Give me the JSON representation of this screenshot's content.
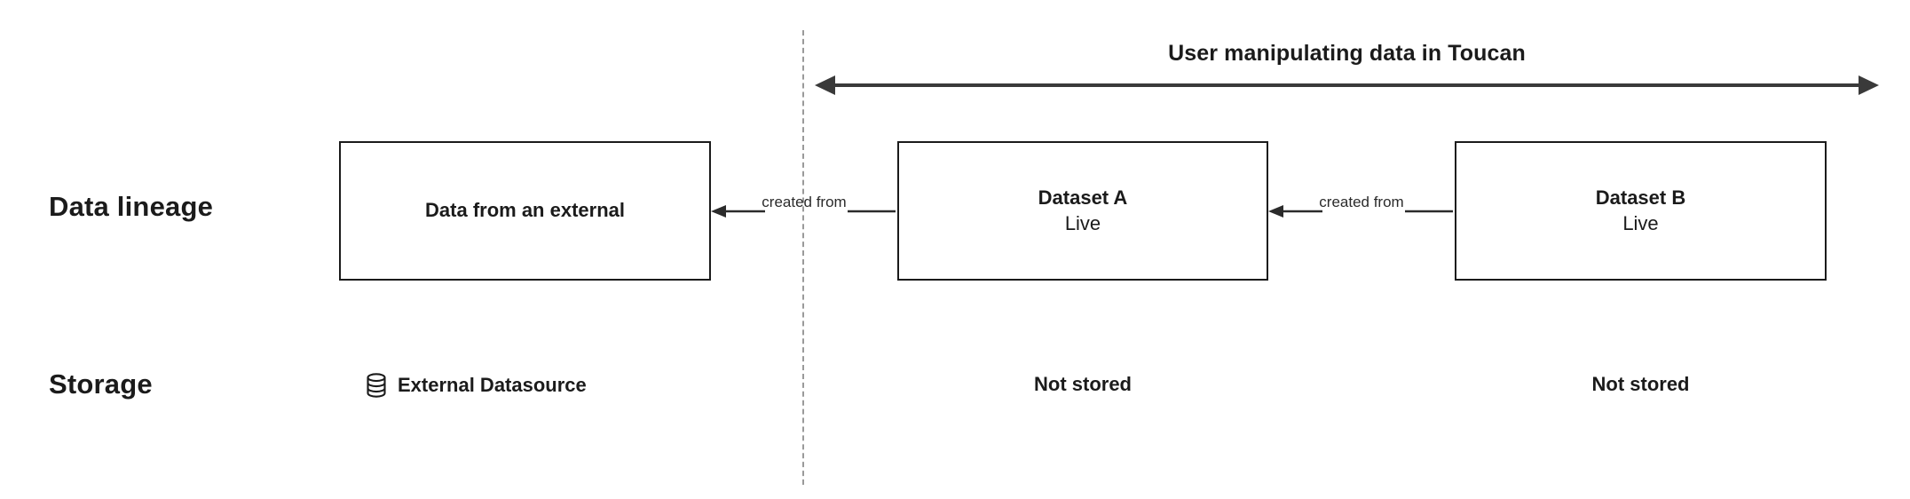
{
  "diagram": {
    "scope": {
      "label": "User manipulating data in Toucan",
      "arrow_icon": "double-headed-arrow-icon"
    },
    "divider_icon": "vertical-dashed-divider-icon",
    "rows": {
      "lineage_label": "Data lineage",
      "storage_label": "Storage"
    },
    "nodes": [
      {
        "id": "external",
        "title": "Data from an external",
        "subtitle": ""
      },
      {
        "id": "dataset_a",
        "title": "Dataset A",
        "subtitle": "Live"
      },
      {
        "id": "dataset_b",
        "title": "Dataset B",
        "subtitle": "Live"
      }
    ],
    "connectors": [
      {
        "id": "conn_1",
        "label": "created from",
        "icon": "left-arrow-icon"
      },
      {
        "id": "conn_2",
        "label": "created from",
        "icon": "left-arrow-icon"
      }
    ],
    "storage": [
      {
        "id": "external",
        "label": "External Datasource",
        "icon": "database-cylinder-icon"
      },
      {
        "id": "dataset_a",
        "label": "Not stored",
        "icon": ""
      },
      {
        "id": "dataset_b",
        "label": "Not stored",
        "icon": ""
      }
    ],
    "colors": {
      "background": "#ffffff",
      "stroke": "#1b1b1b",
      "arrow": "#3a3a3a",
      "divider": "#9a9a9a",
      "text": "#1b1b1b",
      "connector_text": "#2b2b2b"
    }
  }
}
